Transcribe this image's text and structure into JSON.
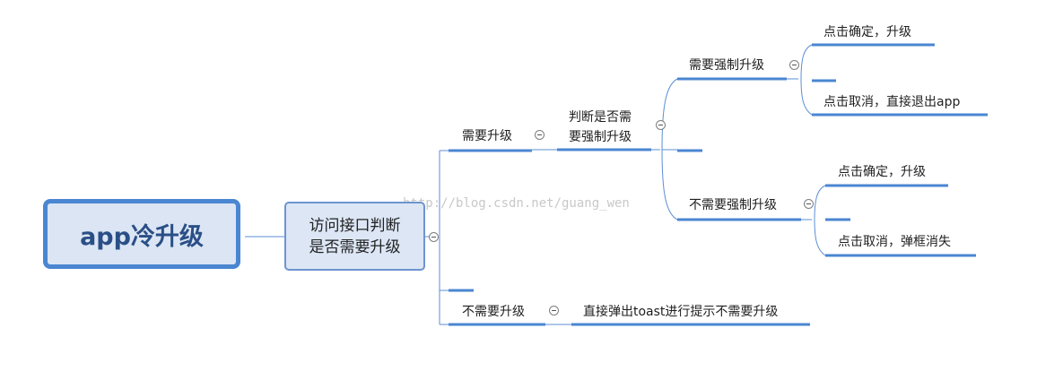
{
  "root": {
    "label": "app冷升级"
  },
  "check": {
    "line1": "访问接口判断",
    "line2": "是否需要升级"
  },
  "need_upgrade": {
    "label": "需要升级"
  },
  "judge_force": {
    "line1": "判断是否需",
    "line2": "要强制升级"
  },
  "force": {
    "label": "需要强制升级",
    "confirm": "点击确定，升级",
    "cancel": "点击取消，直接退出app"
  },
  "non_force": {
    "label": "不需要强制升级",
    "confirm": "点击确定，升级",
    "cancel": "点击取消，弹框消失"
  },
  "no_upgrade": {
    "label": "不需要升级",
    "action": "直接弹出toast进行提示不需要升级"
  },
  "watermark": "http://blog.csdn.net/guang_wen",
  "colors": {
    "line": "#4a86d1",
    "root_border": "#4a86d1",
    "root_fill": "#dbe5f4",
    "node_fill": "#dce6f5"
  },
  "icons": {
    "collapse": "collapse-minus-icon"
  }
}
